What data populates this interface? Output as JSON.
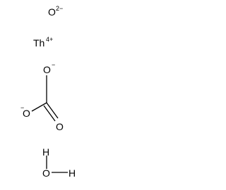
{
  "structure": {
    "oxide": {
      "symbol": "O",
      "charge": "2−"
    },
    "thorium": {
      "symbol": "Th",
      "charge": "4+"
    },
    "carbonate": {
      "oxygen_top": "O",
      "oxygen_top_charge": "−",
      "oxygen_left": "O",
      "oxygen_left_charge": "−",
      "oxygen_double": "O"
    },
    "water": {
      "hydrogen_top": "H",
      "oxygen": "O",
      "hydrogen_right": "H"
    }
  }
}
